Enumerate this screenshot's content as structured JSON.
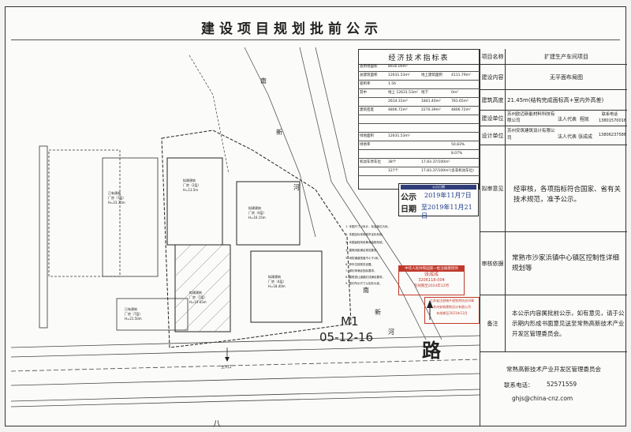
{
  "title": "建设项目规划批前公示",
  "plan": {
    "river_labels": [
      "南",
      "新",
      "河",
      "南",
      "新",
      "河"
    ],
    "road_label_big": "路",
    "road_label_bottom": "八",
    "m1_label": "M1",
    "m1_code": "05-12-16",
    "entrance_label": "主入口",
    "buildings": [
      {
        "name": "已有建筑",
        "type": "厂房（7层）",
        "height": "H=23.75m"
      },
      {
        "name": "已有建筑",
        "type": "厂房（7层）",
        "height": "H=21.50m"
      },
      {
        "name": "拟建建筑",
        "type": "厂房（2层）",
        "height": "H=13.5m"
      },
      {
        "name": "拟建建筑",
        "type": "厂房（4层）",
        "height": "H=16.15m"
      },
      {
        "name": "拟建建筑",
        "type": "厂房（4层）",
        "height": "H=18.40m"
      },
      {
        "name": "拟建建筑",
        "type": "厂房（7层）",
        "height": "H=19.65m"
      }
    ],
    "notes_lines": [
      "1. 本图尺寸以米计，标高单位为米。",
      "2. 本图坐标采用城市坐标系统。",
      "3. 本图高程采用黄海高程系统。",
      "4. 建筑间距满足规范要求。",
      "5. 消防通道宽度不小于4米。",
      "6. 停车位按规范设置。",
      "7. 绿化率满足指标要求。",
      "8. 建筑退让道路红线满足要求。",
      "9. 图中所示尺寸以实际为准。"
    ]
  },
  "stats_table": {
    "title": "经济技术指标表",
    "rows": [
      [
        "总用地面积",
        "8930.00m²",
        "",
        ""
      ],
      [
        "总建筑面积",
        "12631.53m²",
        "地上建筑面积",
        "4111.79m²"
      ],
      [
        "容积率",
        "1.56",
        "",
        ""
      ],
      [
        "其中",
        "地上 12631.53m²",
        "地下",
        "0m²"
      ],
      [
        "",
        "2614.31m²",
        "1841.40m²",
        "781.65m²"
      ],
      [
        "建筑密度",
        "4806.72m²",
        "2270.39m²",
        "4806.72m²"
      ],
      [
        "",
        "",
        "",
        ""
      ],
      [
        "",
        "",
        "",
        ""
      ],
      [
        "绿地面积",
        "12631.53m²",
        "",
        ""
      ],
      [
        "绿地率",
        "",
        "",
        "50.83%"
      ],
      [
        "",
        "",
        "",
        "8.07%"
      ],
      [
        "机动车停车位",
        "38个",
        "17.83.37/100m²",
        ""
      ],
      [
        "",
        "127个",
        "17.83.37/100m²(含非机动车位)",
        ""
      ]
    ]
  },
  "panel": {
    "project_label": "项目名称",
    "project_value": "扩建生产车间项目",
    "type_label": "建设内容",
    "type_value": "无平面布局图",
    "height_label": "建筑高度",
    "height_value": "21.45m(结构完成面标高+室内外高差)",
    "applicant_label": "建设单位",
    "applicant_value": "苏州欧迈新能材料科技有限公司",
    "legal_label": "法人代表",
    "legal_value": "程凯",
    "phone_label": "联系电话",
    "phone_value": "13801570016",
    "designer_label": "设计单位",
    "designer_value": "苏州安筑建筑设计有限公司",
    "designer_legal_label": "法人代表",
    "designer_legal_value": "张成成",
    "designer_phone_value": "13806237586",
    "opinion_label": "拟审意见",
    "opinion_value": "经审核，各项指标符合国家、省有关技术规范，准予公示。",
    "basis_label": "审核依据",
    "basis_value": "常熟市沙家浜镇中心镇区控制性详细规划等",
    "remarks_label": "备注",
    "remarks_value": "本公示内容属批前公示，如有意见，请于公示期内形成书面意见送至常熟高新技术产业开发区管理委员会。",
    "org_name": "常熟高新技术产业开发区管理委员会",
    "contact_label": "联系电话：",
    "contact_phone": "52571559",
    "email": "ghjs@china-cnz.com"
  },
  "publicity": {
    "header": "公示日期",
    "line1_label": "公示",
    "line1_value": "2019年11月7日",
    "line2_label": "日期",
    "line2_value": "至2019年11月21日"
  },
  "stamps": {
    "stamp1": "中华人民共和国第一批注册建筑师",
    "stamp1_name": "张成成",
    "stamp1_code": "3206118-004",
    "stamp1_date": "有效期至2024年12月",
    "stamp2_line1": "江苏省注册城乡规划师执业印章",
    "stamp2_line2": "苏州安筑建筑设计有限公司",
    "stamp2_code": "有效期至2021年12月"
  },
  "colors": {
    "stamp_red": "#c0392b",
    "ink_blue": "#1a3a8a",
    "line": "#333333"
  }
}
